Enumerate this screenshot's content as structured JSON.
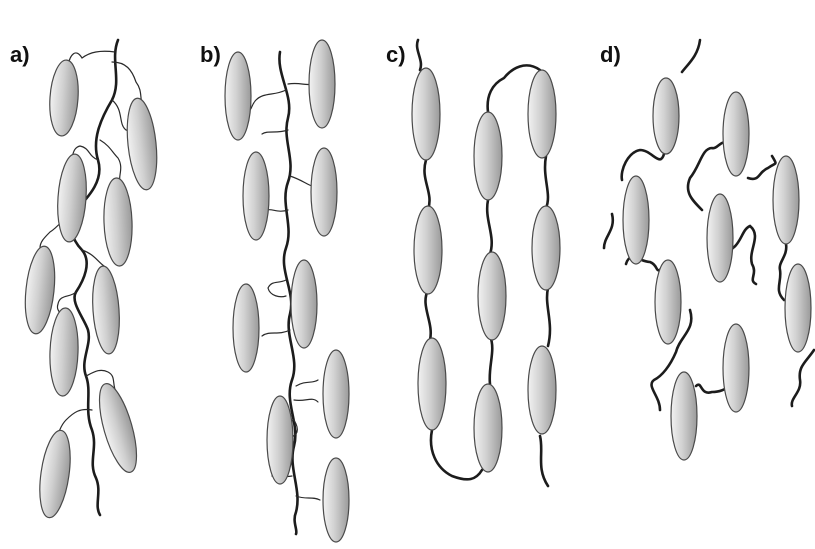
{
  "panels": [
    {
      "id": "a",
      "label": "a)"
    },
    {
      "id": "b",
      "label": "b)"
    },
    {
      "id": "c",
      "label": "c)"
    },
    {
      "id": "d",
      "label": "d)"
    }
  ],
  "colors": {
    "mesogen_light": "#f2f2f2",
    "mesogen_dark": "#9a9a9a",
    "backbone": "#1c1c1c",
    "background": "#ffffff"
  }
}
